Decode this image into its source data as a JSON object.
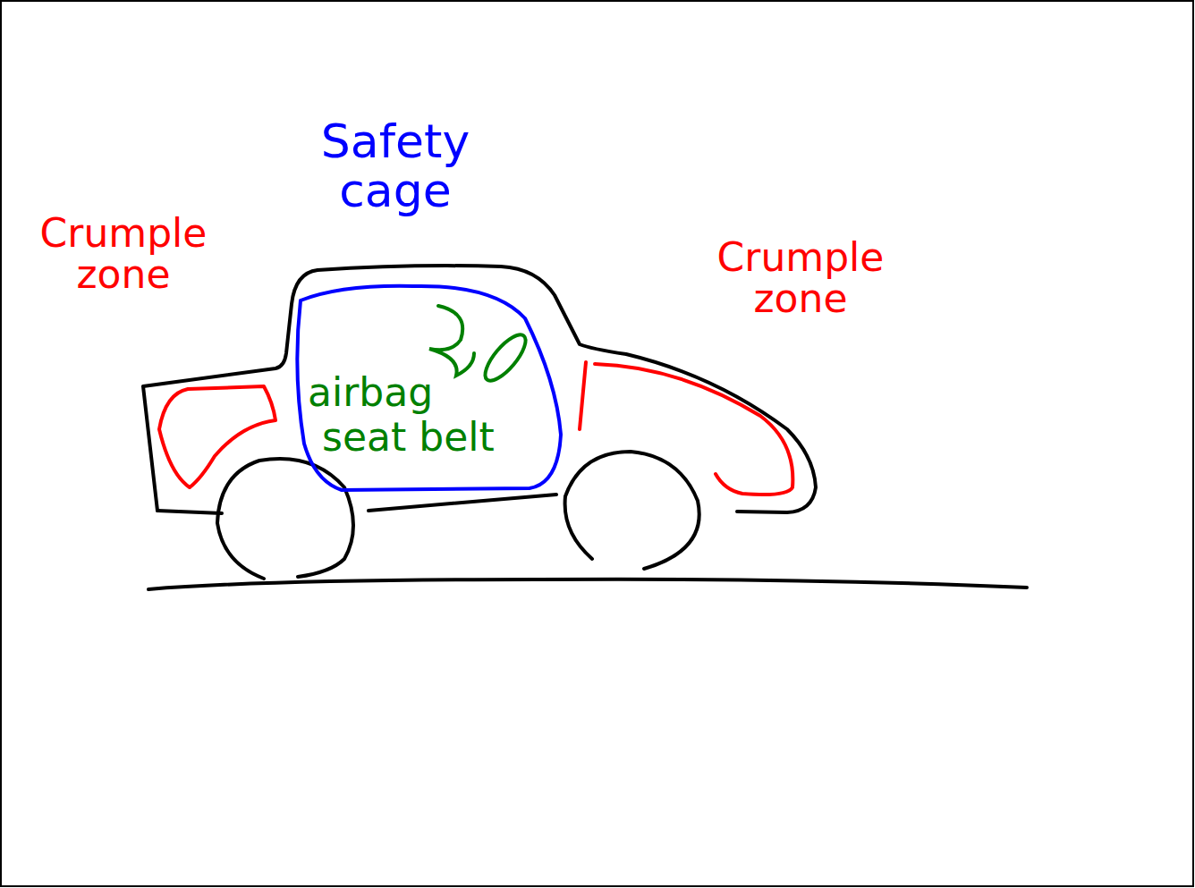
{
  "diagram": {
    "nodes": [
      {
        "text": [
          "Safety cage",
          "airbag",
          "seat belt"
        ]
      }
    ],
    "labels": [
      "Crumple zone",
      "Crumple zone"
    ]
  }
}
